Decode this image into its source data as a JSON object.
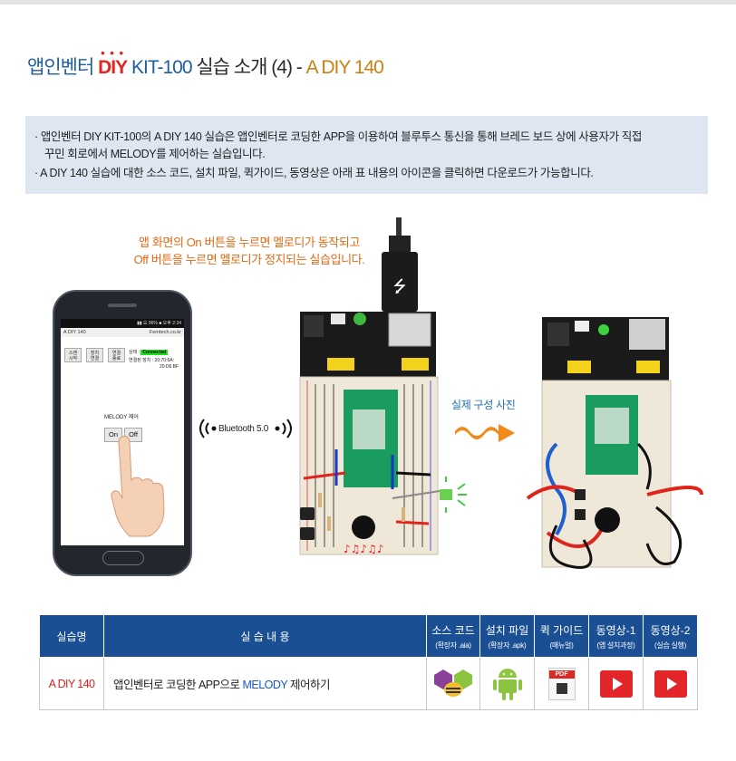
{
  "title": {
    "part1": "앱인벤터 ",
    "diy": "DIY",
    "dots": "• • •",
    "part2": " KIT-100 ",
    "part3": "실습 소개 (4) - ",
    "part4": "A DIY 140"
  },
  "info": {
    "line1": "· 앱인벤터 DIY KIT-100의 A DIY 140 실습은 앱인벤터로 코딩한 APP을 이용하여 블루투스 통신을 통해 브레드 보드 상에 사용자가 직접",
    "line2": "꾸민 회로에서 MELODY를 제어하는 실습입니다.",
    "line3": "· A DIY 140 실습에 대한 소스 코드, 설치 파일, 퀵가이드, 동영상은 아래 표 내용의 아이콘을 클릭하면 다운로드가 가능합니다."
  },
  "caption": {
    "line1": "앱 화면의 On 버튼을 누르면 멜로디가 동작되고",
    "line2": "Off 버튼을 누르면 멜로디가 정지되는 실습입니다."
  },
  "phone": {
    "status_right": "▮▮ ☰ 96% ■ 오후 2:34",
    "app_title": "A DIY 140",
    "app_site": "Ferntech.co.kr",
    "btn_scan": "스캔\n시작",
    "btn_connect": "장치\n연결",
    "btn_disconnect": "연결\n종료",
    "status_label": "상태 :",
    "status_value": "Connected",
    "device_label": "연결된 장치 : 20:70:6A:",
    "device_label2": "20:D6:BF",
    "melody_label": "MELODY 제어",
    "on_label": "On",
    "off_label": "Off"
  },
  "bluetooth": {
    "label": "Bluetooth 5.0"
  },
  "real_photo_caption": "실제 구성 사진",
  "table": {
    "headers": [
      {
        "label": "실습명",
        "sub": ""
      },
      {
        "label": "실 습 내 용",
        "sub": ""
      },
      {
        "label": "소스 코드",
        "sub": "(확장자 .aia)"
      },
      {
        "label": "설치 파일",
        "sub": "(확장자 .apk)"
      },
      {
        "label": "퀵 가이드",
        "sub": "(매뉴얼)"
      },
      {
        "label": "동영상-1",
        "sub": "(앱 설치과정)"
      },
      {
        "label": "동영상-2",
        "sub": "(실습 실행)"
      }
    ],
    "row": {
      "name": "A DIY 140",
      "desc_before": "앱인벤터로 코딩한 APP으로 ",
      "desc_highlight": "MELODY",
      "desc_after": " 제어하기",
      "pdf_label": "PDF"
    }
  },
  "colors": {
    "title_blue": "#1f5e9e",
    "title_red": "#e2251f",
    "title_orange": "#c98113",
    "caption_orange": "#e26a14",
    "header_blue": "#1b4f93",
    "info_bg": "#dde6f1",
    "play_red": "#e2262a",
    "android_green": "#8bc53f"
  }
}
